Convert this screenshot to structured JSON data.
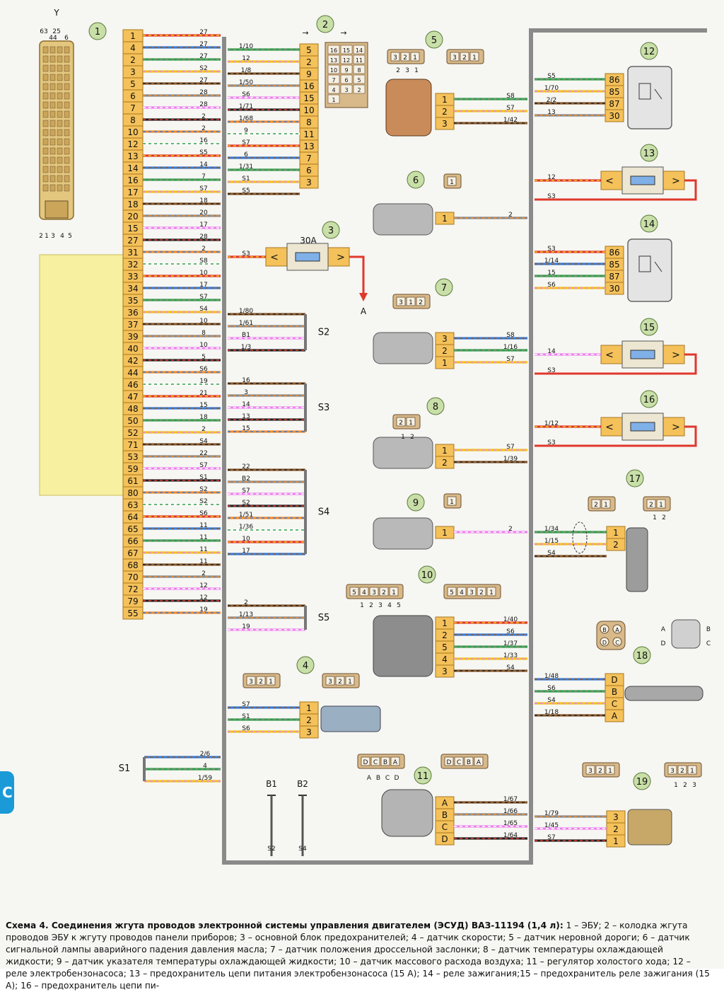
{
  "palette": {
    "pin_fill": "#f4c15a",
    "pin_stroke": "#a8781e",
    "harness": "#8a8a8a",
    "ecu_fill": "#f7f0a0",
    "callout_fill": "#c9dfa8",
    "conn_body": "#d8b98a"
  },
  "callouts": [
    "1",
    "2",
    "3",
    "4",
    "5",
    "6",
    "7",
    "8",
    "9",
    "10",
    "11",
    "12",
    "13",
    "14",
    "15",
    "16",
    "17",
    "18",
    "19"
  ],
  "ecu_connector": {
    "top_labels": [
      "63",
      "25",
      "44",
      "6"
    ],
    "bottom_labels": [
      "2",
      "1",
      "3",
      "4",
      "5"
    ],
    "pins": [
      "1",
      "4",
      "2",
      "3",
      "5",
      "6",
      "7",
      "8",
      "10",
      "12",
      "13",
      "14",
      "16",
      "17",
      "18",
      "20",
      "15",
      "27",
      "31",
      "32",
      "33",
      "34",
      "35",
      "36",
      "37",
      "39",
      "40",
      "42",
      "44",
      "46",
      "47",
      "48",
      "50",
      "52",
      "71",
      "53",
      "59",
      "61",
      "80",
      "63",
      "64",
      "65",
      "66",
      "67",
      "68",
      "70",
      "72",
      "79",
      "55"
    ],
    "wires": [
      "27",
      "27",
      "27",
      "S2",
      "27",
      "28",
      "28",
      "2",
      "2",
      "16",
      "S5",
      "14",
      "7",
      "S7",
      "18",
      "20",
      "17",
      "28",
      "2",
      "S8",
      "10",
      "17",
      "S7",
      "S4",
      "10",
      "8",
      "10",
      "5",
      "S6",
      "19",
      "21",
      "15",
      "18",
      "2",
      "S4",
      "22",
      "S7",
      "S1",
      "S2",
      "S2",
      "S6",
      "11",
      "11",
      "11",
      "11",
      "2",
      "12",
      "12",
      "19",
      "22"
    ]
  },
  "block2": {
    "pins": [
      "5",
      "2",
      "9",
      "16",
      "15",
      "10",
      "8",
      "11",
      "13",
      "7",
      "6",
      "3"
    ],
    "wires": [
      "1/10",
      "12",
      "1/8",
      "1/50",
      "S6",
      "1/71",
      "1/68",
      "9",
      "S7",
      "6",
      "1/31",
      "S1",
      "S5"
    ],
    "grid": [
      "16",
      "15",
      "14",
      "13",
      "12",
      "11",
      "10",
      "9",
      "8",
      "7",
      "6",
      "5",
      "4",
      "3",
      "2",
      "1"
    ]
  },
  "fuse3": {
    "rating": "30A",
    "wire": "S3",
    "arrow_label": "A"
  },
  "splices": {
    "S1": {
      "label": "S1",
      "wires": [
        "2/6",
        "4",
        "1/59"
      ]
    },
    "S2": {
      "label": "S2",
      "wires": [
        "1/80",
        "1/61",
        "B1",
        "1/3"
      ]
    },
    "S3": {
      "label": "S3",
      "wires": [
        "16",
        "3",
        "14",
        "13",
        "15"
      ]
    },
    "S4": {
      "label": "S4",
      "wires": [
        "22",
        "B2",
        "S7",
        "S2",
        "1/51",
        "1/36",
        "10",
        "17"
      ]
    },
    "S5": {
      "label": "S5",
      "wires": [
        "2",
        "1/13",
        "19"
      ]
    }
  },
  "grounds": {
    "B1": {
      "label": "B1",
      "wire": "S2"
    },
    "B2": {
      "label": "B2",
      "wire": "S4"
    }
  },
  "sensor4": {
    "pins": [
      "1",
      "2",
      "3"
    ],
    "wires": [
      "S7",
      "S1",
      "S6"
    ],
    "face": [
      "3",
      "2",
      "1"
    ]
  },
  "sensor5": {
    "pins": [
      "1",
      "2",
      "3"
    ],
    "wires": [
      "S8",
      "S7",
      "1/42"
    ],
    "face": [
      "3",
      "2",
      "1"
    ],
    "side": [
      "2",
      "3",
      "1"
    ]
  },
  "sensor6": {
    "pins": [
      "1"
    ],
    "wires": [
      "2"
    ],
    "face": [
      "1"
    ]
  },
  "sensor7": {
    "pins": [
      "3",
      "2",
      "1"
    ],
    "wires": [
      "S8",
      "1/16",
      "S7"
    ],
    "face": [
      "3",
      "1",
      "2"
    ]
  },
  "sensor8": {
    "pins": [
      "1",
      "2"
    ],
    "wires": [
      "S7",
      "1/39"
    ],
    "face": [
      "2",
      "1"
    ],
    "side": [
      "1",
      "2"
    ]
  },
  "sensor9": {
    "pins": [
      "1"
    ],
    "wires": [
      "2"
    ],
    "face": [
      "1"
    ]
  },
  "sensor10": {
    "pins": [
      "1",
      "2",
      "5",
      "4",
      "3"
    ],
    "wires": [
      "1/40",
      "S6",
      "1/37",
      "1/33",
      "S4"
    ],
    "face": [
      "5",
      "4",
      "3",
      "2",
      "1"
    ],
    "side": [
      "1",
      "2",
      "3",
      "4",
      "5"
    ]
  },
  "sensor11": {
    "pins": [
      "A",
      "B",
      "C",
      "D"
    ],
    "wires": [
      "1/67",
      "1/66",
      "1/65",
      "1/64"
    ],
    "face": [
      "D",
      "C",
      "B",
      "A"
    ],
    "side": [
      "A",
      "B",
      "C",
      "D"
    ]
  },
  "relay12": {
    "pins": [
      "86",
      "85",
      "87",
      "30"
    ],
    "wires": [
      "S5",
      "1/70",
      "2/2",
      "13"
    ]
  },
  "fuse13": {
    "wires": [
      "12",
      "S3"
    ]
  },
  "relay14": {
    "pins": [
      "86",
      "85",
      "87",
      "30"
    ],
    "wires": [
      "S3",
      "1/14",
      "15",
      "S6"
    ]
  },
  "fuse15": {
    "wires": [
      "14",
      "S3"
    ]
  },
  "fuse16": {
    "wires": [
      "1/12",
      "S3"
    ]
  },
  "sensor17": {
    "pins": [
      "1",
      "2"
    ],
    "wires": [
      "1/34",
      "1/15",
      "S4"
    ],
    "face": [
      "2",
      "1"
    ],
    "side": [
      "1",
      "2"
    ]
  },
  "sensor18": {
    "pins": [
      "D",
      "B",
      "C",
      "A"
    ],
    "wires": [
      "1/48",
      "S6",
      "S4",
      "1/18"
    ],
    "face_left": [
      "B",
      "A",
      "D",
      "C"
    ],
    "corner": [
      "A",
      "B",
      "D",
      "C"
    ]
  },
  "sensor19": {
    "pins": [
      "3",
      "2",
      "1"
    ],
    "wires": [
      "1/79",
      "1/45",
      "S7"
    ],
    "face": [
      "3",
      "2",
      "1"
    ],
    "side": [
      "1",
      "2",
      "3"
    ]
  },
  "caption": {
    "title": "Схема 4. Соединения жгута проводов электронной системы управления двигателем (ЭСУД) ВАЗ-11194 (1,4 л):",
    "body": "1 – ЭБУ; 2 – колодка жгута проводов ЭБУ к жгуту проводов панели приборов; 3 – основной блок предохранителей; 4 – датчик скорости; 5 – датчик неровной дороги; 6 – датчик сигнальной лампы аварийного падения давления масла; 7 – датчик положения дроссельной заслонки; 8 – датчик температуры охлаждающей жидкости; 9 – датчик указателя температуры охлаждающей жидкости; 10 – датчик массового расхода воздуха; 11 – регулятор холостого хода; 12 – реле электробензонасоса; 13 – предохранитель цепи питания электробензонасоса (15 А); 14 – реле зажигания;15 – предохранитель реле зажигания (15 А); 16 – предохранитель цепи пи-"
  },
  "side_tab": "С"
}
